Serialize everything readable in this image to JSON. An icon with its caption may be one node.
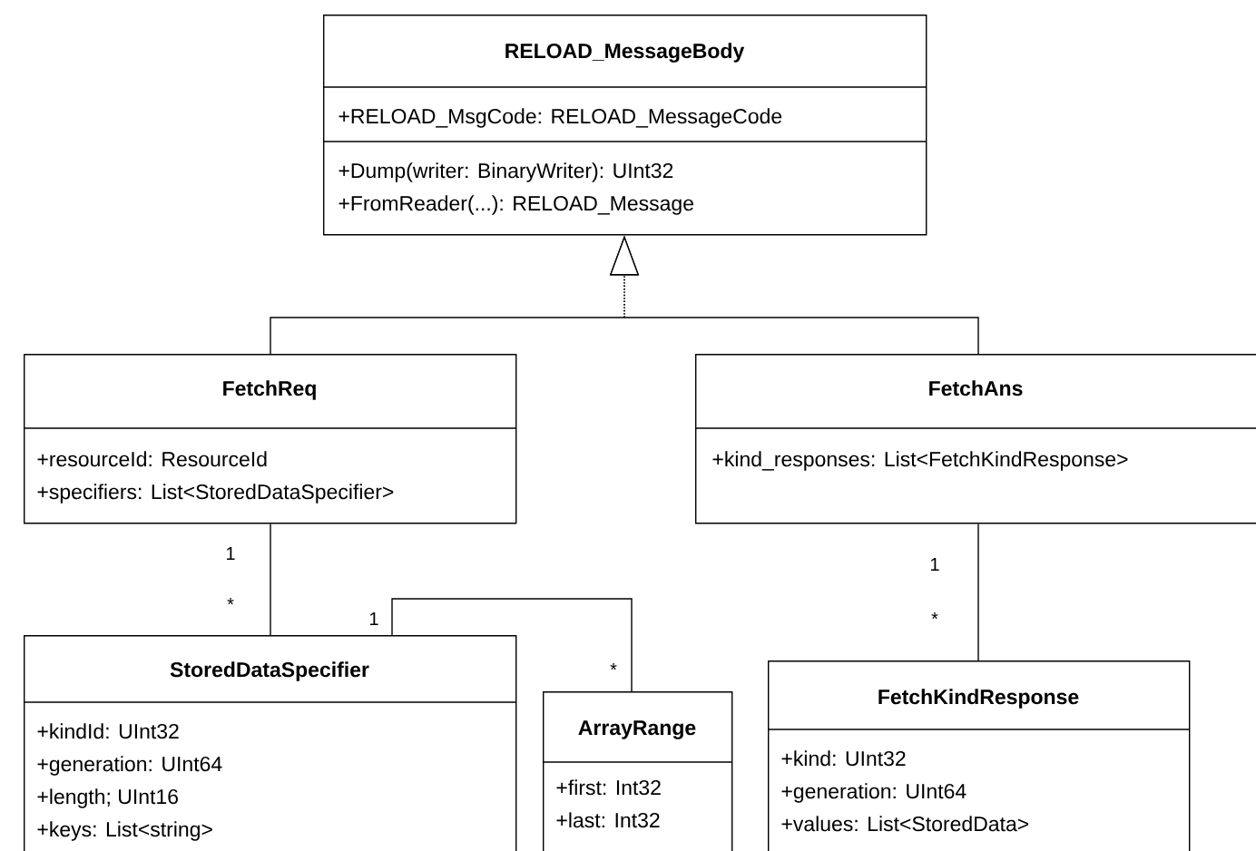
{
  "diagram": {
    "nodes": [
      {
        "text": [
          "RELOAD_MessageBody",
          "+RELOAD_MsgCode: RELOAD_MessageCode",
          "+Dump(writer: BinaryWriter): UInt32",
          "+FromReader(...): RELOAD_Message"
        ]
      },
      {
        "text": [
          "FetchReq",
          "+resourceId: ResourceId",
          "+specifiers: List<StoredDataSpecifier>"
        ]
      },
      {
        "text": [
          "FetchAns",
          "+kind_responses: List<FetchKindResponse>"
        ]
      },
      {
        "text": [
          "StoredDataSpecifier",
          "+kindId: UInt32",
          "+generation: UInt64",
          "+length; UInt16",
          "+keys: List<string>"
        ]
      },
      {
        "text": [
          "ArrayRange",
          "+first: Int32",
          "+last: Int32"
        ]
      },
      {
        "text": [
          "FetchKindResponse",
          "+kind: UInt32",
          "+generation: UInt64",
          "+values: List<StoredData>"
        ]
      }
    ],
    "edges": [
      {
        "from": 1,
        "to": 0,
        "arrow": "to"
      },
      {
        "from": 2,
        "to": 0,
        "arrow": "to"
      },
      {
        "from": 1,
        "to": 3,
        "arrow": "none"
      },
      {
        "from": 3,
        "to": 4,
        "arrow": "none"
      },
      {
        "from": 2,
        "to": 5,
        "arrow": "none"
      }
    ],
    "labels": [
      "1",
      "*",
      "1",
      "*",
      "1",
      "*"
    ]
  }
}
